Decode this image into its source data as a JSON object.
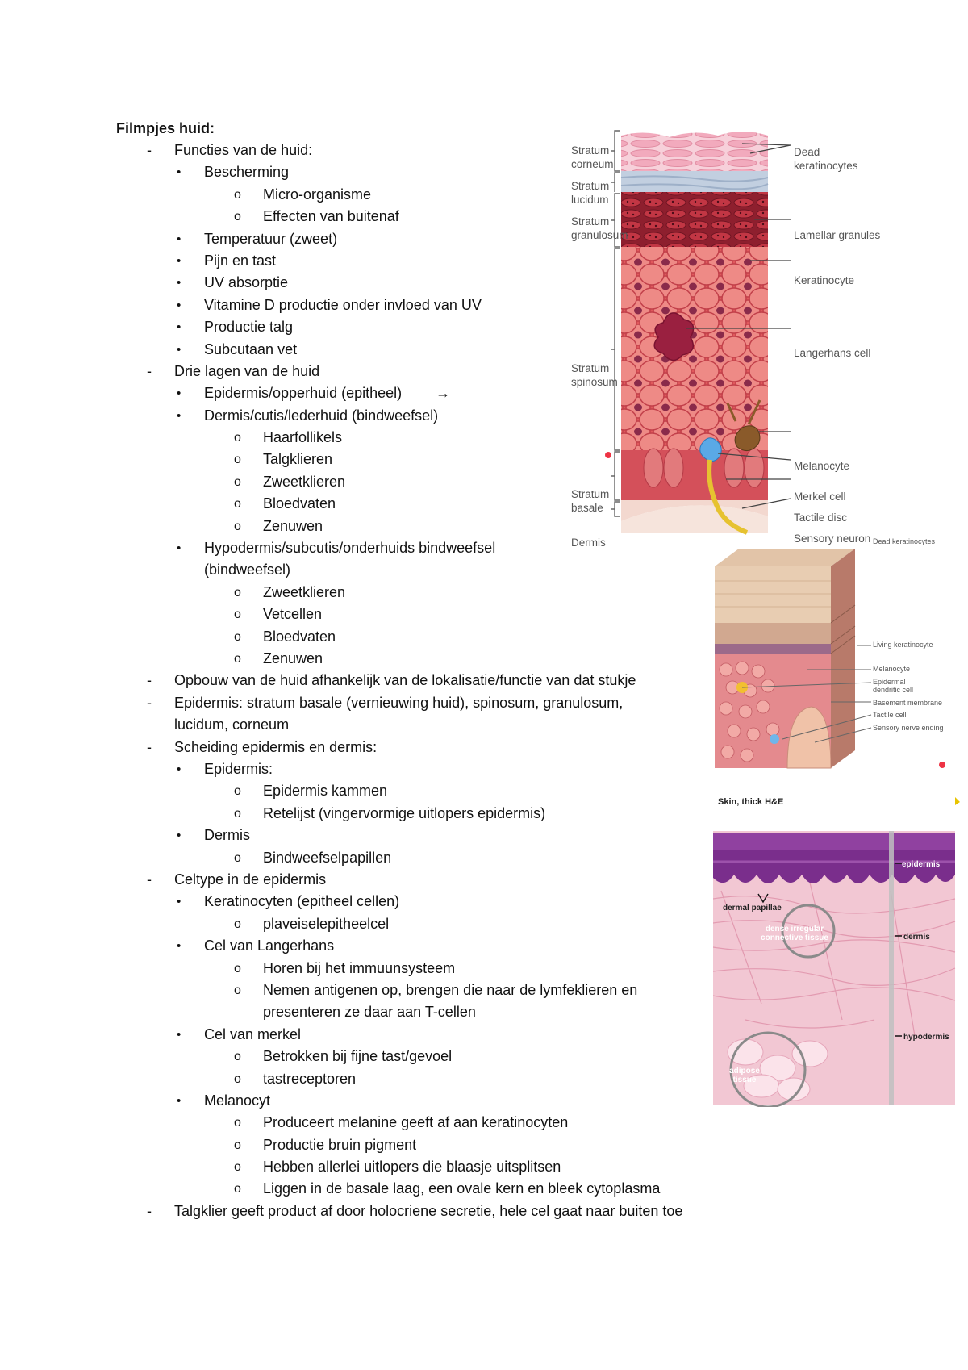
{
  "title": "Filmpjes huid:",
  "outline": [
    {
      "level": 1,
      "marker": "-",
      "text": "Functies van de huid:"
    },
    {
      "level": 2,
      "marker": "•",
      "text": "Bescherming"
    },
    {
      "level": 3,
      "marker": "o",
      "text": "Micro-organisme"
    },
    {
      "level": 3,
      "marker": "o",
      "text": "Effecten van buitenaf"
    },
    {
      "level": 2,
      "marker": "•",
      "text": "Temperatuur (zweet)"
    },
    {
      "level": 2,
      "marker": "•",
      "text": "Pijn en tast"
    },
    {
      "level": 2,
      "marker": "•",
      "text": "UV absorptie"
    },
    {
      "level": 2,
      "marker": "•",
      "text": "Vitamine D productie onder invloed van UV"
    },
    {
      "level": 2,
      "marker": "•",
      "text": "Productie talg"
    },
    {
      "level": 2,
      "marker": "•",
      "text": "Subcutaan vet"
    },
    {
      "level": 1,
      "marker": "-",
      "text": "Drie lagen van de huid"
    },
    {
      "level": 2,
      "marker": "•",
      "text": "Epidermis/opperhuid (epitheel)",
      "arrow": "→"
    },
    {
      "level": 2,
      "marker": "•",
      "text": "Dermis/cutis/lederhuid (bindweefsel)"
    },
    {
      "level": 3,
      "marker": "o",
      "text": "Haarfollikels"
    },
    {
      "level": 3,
      "marker": "o",
      "text": "Talgklieren"
    },
    {
      "level": 3,
      "marker": "o",
      "text": "Zweetklieren"
    },
    {
      "level": 3,
      "marker": "o",
      "text": "Bloedvaten"
    },
    {
      "level": 3,
      "marker": "o",
      "text": "Zenuwen"
    },
    {
      "level": 2,
      "marker": "•",
      "text": "Hypodermis/subcutis/onderhuids bindweefsel (bindweefsel)",
      "wrap_width": 420
    },
    {
      "level": 3,
      "marker": "o",
      "text": "Zweetklieren"
    },
    {
      "level": 3,
      "marker": "o",
      "text": "Vetcellen"
    },
    {
      "level": 3,
      "marker": "o",
      "text": "Bloedvaten"
    },
    {
      "level": 3,
      "marker": "o",
      "text": "Zenuwen"
    },
    {
      "level": 1,
      "marker": "-",
      "text": "Opbouw van de huid afhankelijk van de lokalisatie/functie van dat stukje"
    },
    {
      "level": 1,
      "marker": "-",
      "text": "Epidermis: stratum basale (vernieuwing huid), spinosum, granulosum, lucidum, corneum",
      "wrap_width": 610
    },
    {
      "level": 1,
      "marker": "-",
      "text": "Scheiding epidermis en dermis:"
    },
    {
      "level": 2,
      "marker": "•",
      "text": "Epidermis:"
    },
    {
      "level": 3,
      "marker": "o",
      "text": "Epidermis kammen"
    },
    {
      "level": 3,
      "marker": "o",
      "text": "Retelijst (vingervormige uitlopers epidermis)"
    },
    {
      "level": 2,
      "marker": "•",
      "text": "Dermis"
    },
    {
      "level": 3,
      "marker": "o",
      "text": "Bindweefselpapillen"
    },
    {
      "level": 1,
      "marker": "-",
      "text": "Celtype in de epidermis"
    },
    {
      "level": 2,
      "marker": "•",
      "text": "Keratinocyten (epitheel cellen)"
    },
    {
      "level": 3,
      "marker": "o",
      "text": "plaveiselepitheelcel"
    },
    {
      "level": 2,
      "marker": "•",
      "text": "Cel van Langerhans"
    },
    {
      "level": 3,
      "marker": "o",
      "text": "Horen bij het immuunsysteem"
    },
    {
      "level": 3,
      "marker": "o",
      "text": "Nemen antigenen op, brengen die naar de lymfeklieren en presenteren ze daar aan T-cellen",
      "wrap_width": 540
    },
    {
      "level": 2,
      "marker": "•",
      "text": "Cel van merkel"
    },
    {
      "level": 3,
      "marker": "o",
      "text": "Betrokken bij fijne tast/gevoel"
    },
    {
      "level": 3,
      "marker": "o",
      "text": "tastreceptoren"
    },
    {
      "level": 2,
      "marker": "•",
      "text": "Melanocyt"
    },
    {
      "level": 3,
      "marker": "o",
      "text": "Produceert melanine geeft af aan keratinocyten"
    },
    {
      "level": 3,
      "marker": "o",
      "text": "Productie bruin pigment"
    },
    {
      "level": 3,
      "marker": "o",
      "text": "Hebben allerlei uitlopers die blaasje uitsplitsen"
    },
    {
      "level": 3,
      "marker": "o",
      "text": "Liggen in de basale laag, een ovale kern en bleek cytoplasma"
    },
    {
      "level": 1,
      "marker": "-",
      "text": "Talgklier geeft product af door holocriene secretie, hele cel gaat naar buiten toe"
    }
  ],
  "figure_epidermis": {
    "left_labels": [
      "Stratum corneum",
      "Stratum lucidum",
      "Stratum granulosum",
      "Stratum spinosum",
      "Stratum basale",
      "Dermis"
    ],
    "right_labels": [
      "Dead keratinocytes",
      "Lamellar granules",
      "Keratinocyte",
      "Langerhans cell",
      "Melanocyte",
      "Merkel cell",
      "Tactile disc",
      "Sensory neuron"
    ]
  },
  "figure_block": {
    "labels": [
      "Dead keratinocytes",
      "Living keratinocyte",
      "Melanocyte",
      "Epidermal dendritic cell",
      "Basement membrane",
      "Tactile cell",
      "Sensory nerve ending"
    ]
  },
  "figure_histology": {
    "title": "Skin, thick  H&E",
    "labels": [
      "epidermis",
      "dermal papillae",
      "dense irregular connective tissue",
      "dermis",
      "hypodermis",
      "adipose tissue"
    ]
  },
  "colors": {
    "corneum": "#f2b6c6",
    "lucidum": "#b9c8dc",
    "granulosum": "#b02a3a",
    "spinosum": "#e46a6c",
    "basale": "#d84f56",
    "dermis_fig": "#f0d3c9",
    "he_epidermis": "#7a2e8c",
    "he_dermis": "#f1c6d2"
  }
}
